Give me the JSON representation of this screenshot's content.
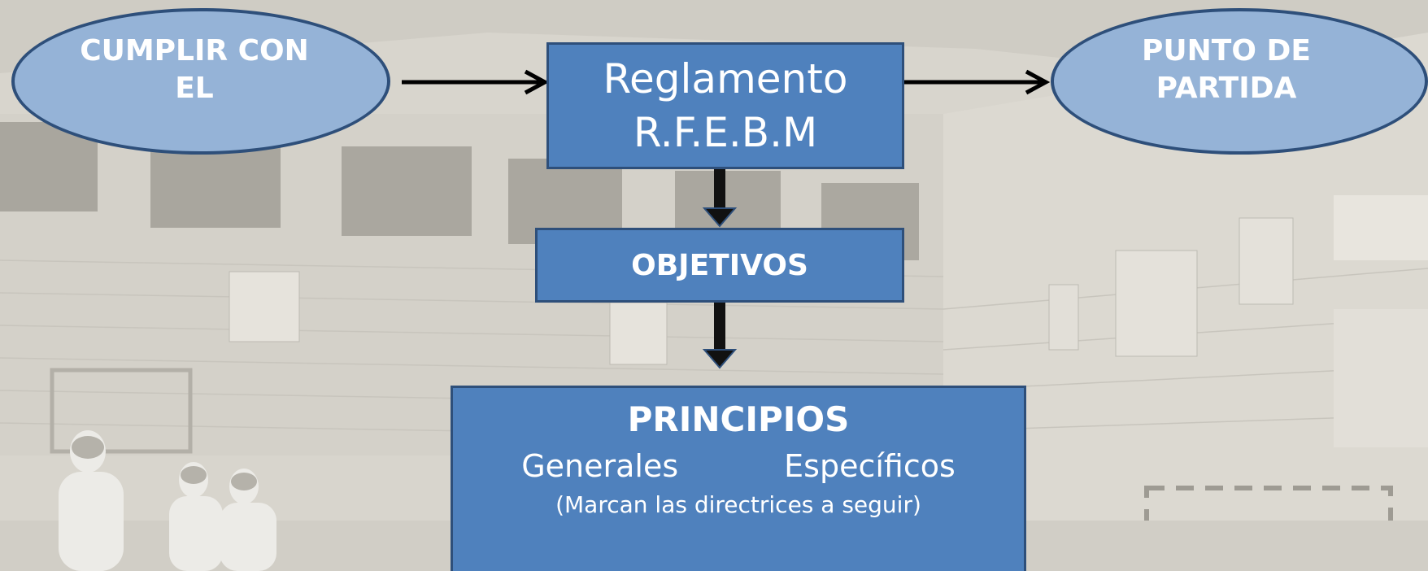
{
  "diagram": {
    "left_node": {
      "text": "CUMPLIR CON\nEL"
    },
    "right_node": {
      "text": "PUNTO DE\nPARTIDA"
    },
    "center_node": {
      "line1": "Reglamento",
      "line2": "R.F.E.B.M"
    },
    "objetivos_node": {
      "text": "OBJETIVOS"
    },
    "principios_node": {
      "title": "PRINCIPIOS",
      "item_left": "Generales",
      "item_right": "Específicos",
      "note": "(Marcan las directrices a seguir)"
    }
  },
  "colors": {
    "box_fill": "#4f81bd",
    "box_border": "#2e4f7a",
    "ellipse_fill": "#95b3d7",
    "text": "#ffffff",
    "arrow": "#000000",
    "background": "#d9d6ce"
  }
}
